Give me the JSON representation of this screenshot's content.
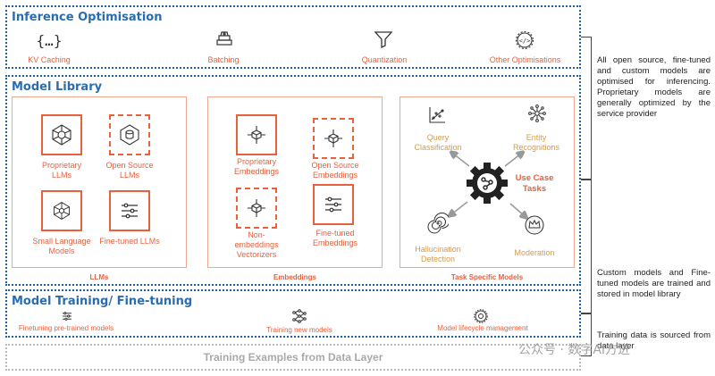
{
  "inference": {
    "title": "Inference Optimisation",
    "items": [
      "KV Caching",
      "Batching",
      "Quantization",
      "Other Optimisations"
    ]
  },
  "library": {
    "title": "Model Library",
    "llms": {
      "caption": "LLMs",
      "items": [
        "Proprietary LLMs",
        "Open Source LLMs",
        "Small Language Models",
        "Fine-tuned LLMs"
      ]
    },
    "embeddings": {
      "caption": "Embeddings",
      "items": [
        "Proprietary Embeddings",
        "Open Source Embeddings",
        "Non-embeddings Vectorizers",
        "Fine-tuned Embeddings"
      ]
    },
    "tasks": {
      "caption": "Task Specific Models",
      "center": "Use Case Tasks",
      "items": [
        "Query Classification",
        "Entity Recognitions",
        "Hallucination Detection",
        "Moderation"
      ]
    }
  },
  "training": {
    "title": "Model Training/ Fine-tuning",
    "items": [
      "Finetuning pre-trained models",
      "Training new models",
      "Model lifecycle management"
    ]
  },
  "data_layer": {
    "title": "Training Examples from Data Layer"
  },
  "notes": {
    "n1": "All open source, fine-tuned and custom models are optimised for inferencing. Proprietary models are generally optimized by the service provider",
    "n2": "Custom models and Fine-tuned models are trained and stored in model library",
    "n3": "Training data is sourced from data layer"
  },
  "watermark": "公众号 · 数字AI方进",
  "colors": {
    "blue": "#1f5fa8",
    "orange": "#e8603c",
    "tan": "#d49a4a",
    "gray": "#b8b8b8"
  }
}
